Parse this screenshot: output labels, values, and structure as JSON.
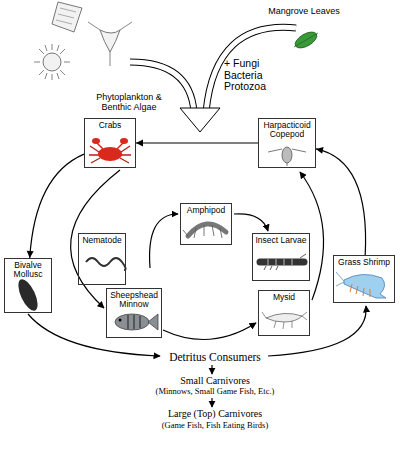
{
  "diagram": {
    "nodes": [
      {
        "text": [
          "Crabs"
        ]
      },
      {
        "text": [
          "Harpacticoid Copepod"
        ]
      },
      {
        "text": [
          "Amphipod"
        ]
      },
      {
        "text": [
          "Nematode"
        ]
      },
      {
        "text": [
          "Insect Larvae"
        ]
      },
      {
        "text": [
          "Bivalve Mollusc"
        ]
      },
      {
        "text": [
          "Grass Shrimp"
        ]
      },
      {
        "text": [
          "Sheepshead Minnow"
        ]
      },
      {
        "text": [
          "Mysid"
        ]
      }
    ],
    "edges": [
      {
        "from": 1,
        "to": 0,
        "arrow": "to"
      },
      {
        "from": 0,
        "to": 5,
        "arrow": "to"
      },
      {
        "from": 6,
        "to": 1,
        "arrow": "to"
      }
    ],
    "labels": [
      "Phytoplankton & Benthic Algae",
      "Mangrove Leaves",
      "+ Fungi Bacteria Protozoa",
      "Detritus Consumers",
      "Small Carnivores",
      "(Minnows, Small Game Fish, Etc.)",
      "Large (Top) Carnivores",
      "(Game Fish, Fish Eating Birds)"
    ]
  }
}
